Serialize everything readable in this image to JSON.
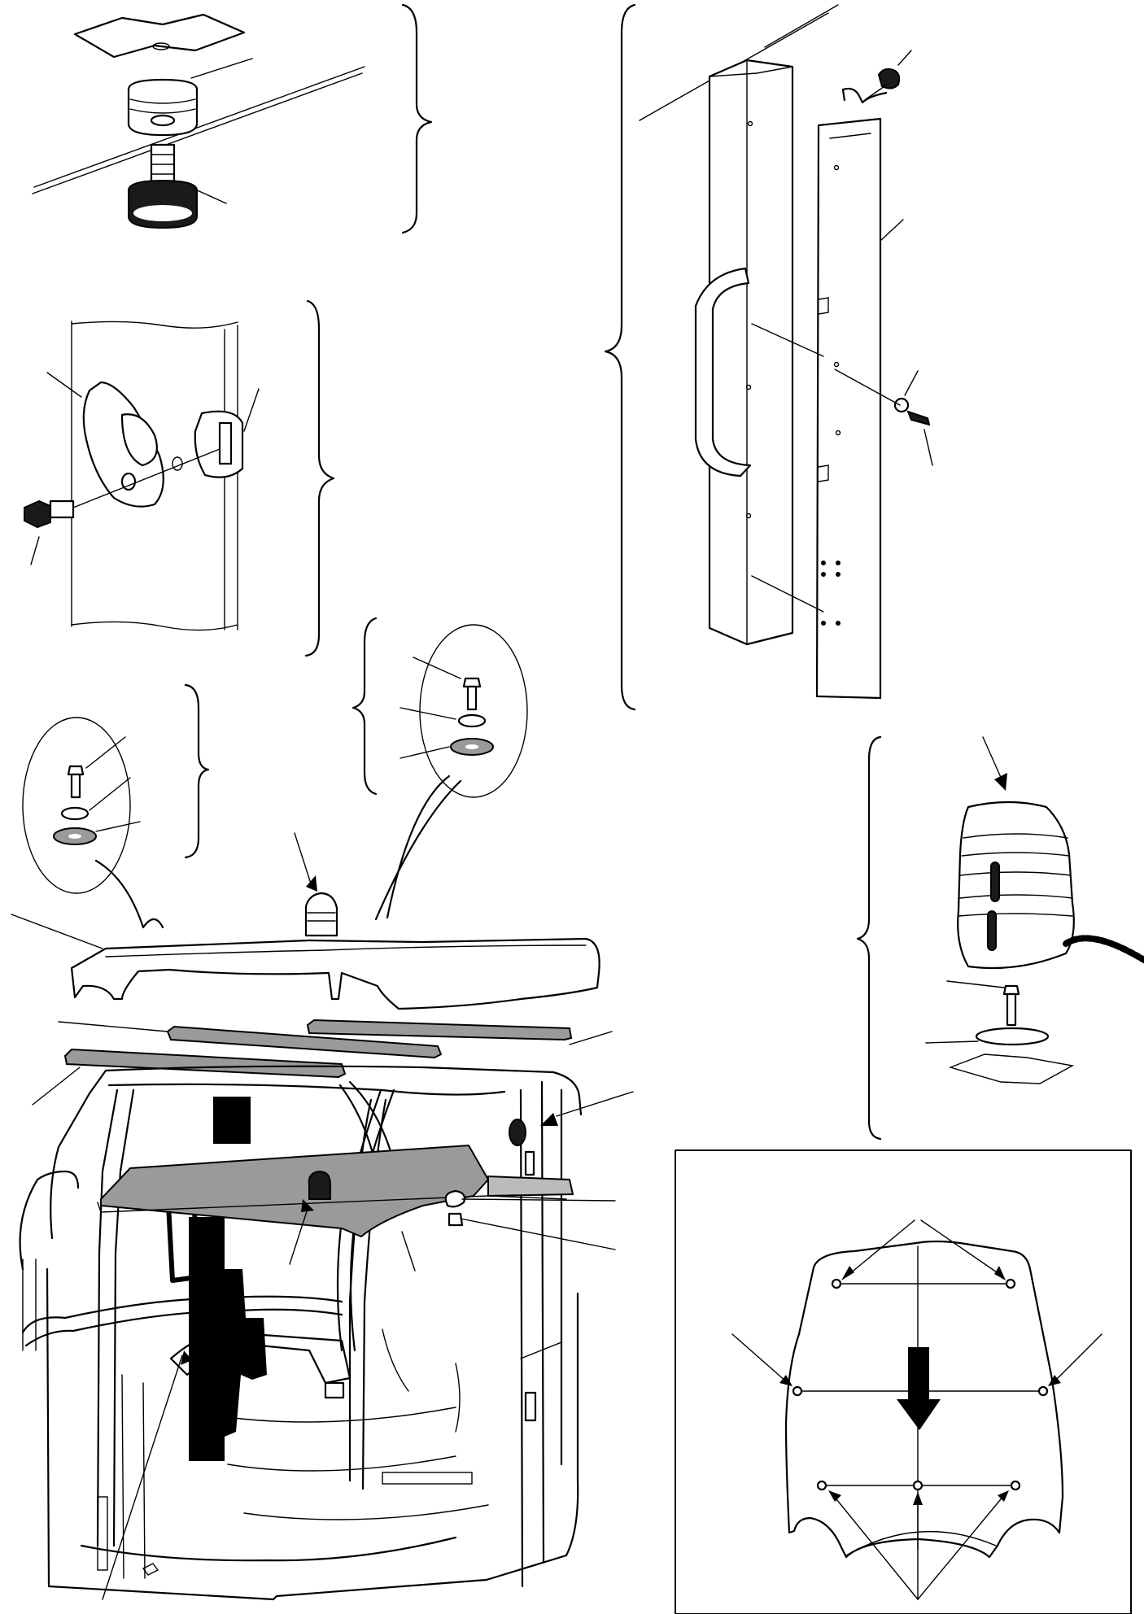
{
  "drawing": {
    "kind": "exploded parts illustration, unlabelled",
    "views": [
      "mounting-foot-detail",
      "hook-bracket-detail",
      "grab-handle-rail-detail",
      "roof-screw-detail-left",
      "roof-screw-detail-right",
      "beacon-detail",
      "cab-assembly",
      "roof-hole-layout-inset"
    ]
  }
}
